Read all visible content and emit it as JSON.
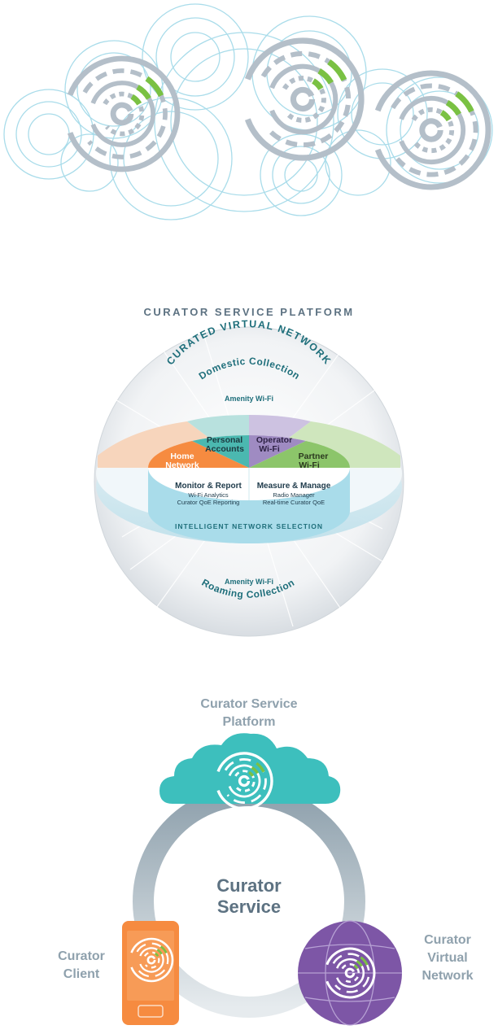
{
  "colors": {
    "ring_blue": "#a9dcea",
    "ring_gray": "#b4bfc9",
    "accent_green": "#7ac143",
    "teal_dark": "#1f6f7b",
    "slate": "#5d7282",
    "cloud_teal": "#3dbfbd",
    "orange": "#f68b40",
    "purple": "#7d56a6",
    "green_slice": "#8cc56a",
    "purple_slice": "#9f8bc2",
    "teal_slice": "#4bb8b0"
  },
  "platform": {
    "title": "CURATOR SERVICE PLATFORM",
    "arc_title": "CURATED VIRTUAL NETWORK",
    "domestic": "Domestic Collection",
    "amenity_top": "Amenity Wi-Fi",
    "slices": {
      "home": [
        "Home",
        "Network"
      ],
      "personal": [
        "Personal",
        "Accounts"
      ],
      "operator": [
        "Operator",
        "Wi-Fi"
      ],
      "partner": [
        "Partner",
        "Wi-Fi"
      ]
    },
    "monitor": {
      "title": "Monitor & Report",
      "line1": "Wi-Fi Analytics",
      "line2": "Curator QoE Reporting"
    },
    "measure": {
      "title": "Measure & Manage",
      "line1": "Radio Manager",
      "line2": "Real-time Curator QoE"
    },
    "selection": "INTELLIGENT NETWORK SELECTION",
    "amenity_bottom": "Amenity Wi-Fi",
    "roaming": "Roaming Collection"
  },
  "service": {
    "platform_label": [
      "Curator Service",
      "Platform"
    ],
    "center": [
      "Curator",
      "Service"
    ],
    "client": [
      "Curator",
      "Client"
    ],
    "virtual": [
      "Curator",
      "Virtual",
      "Network"
    ]
  }
}
